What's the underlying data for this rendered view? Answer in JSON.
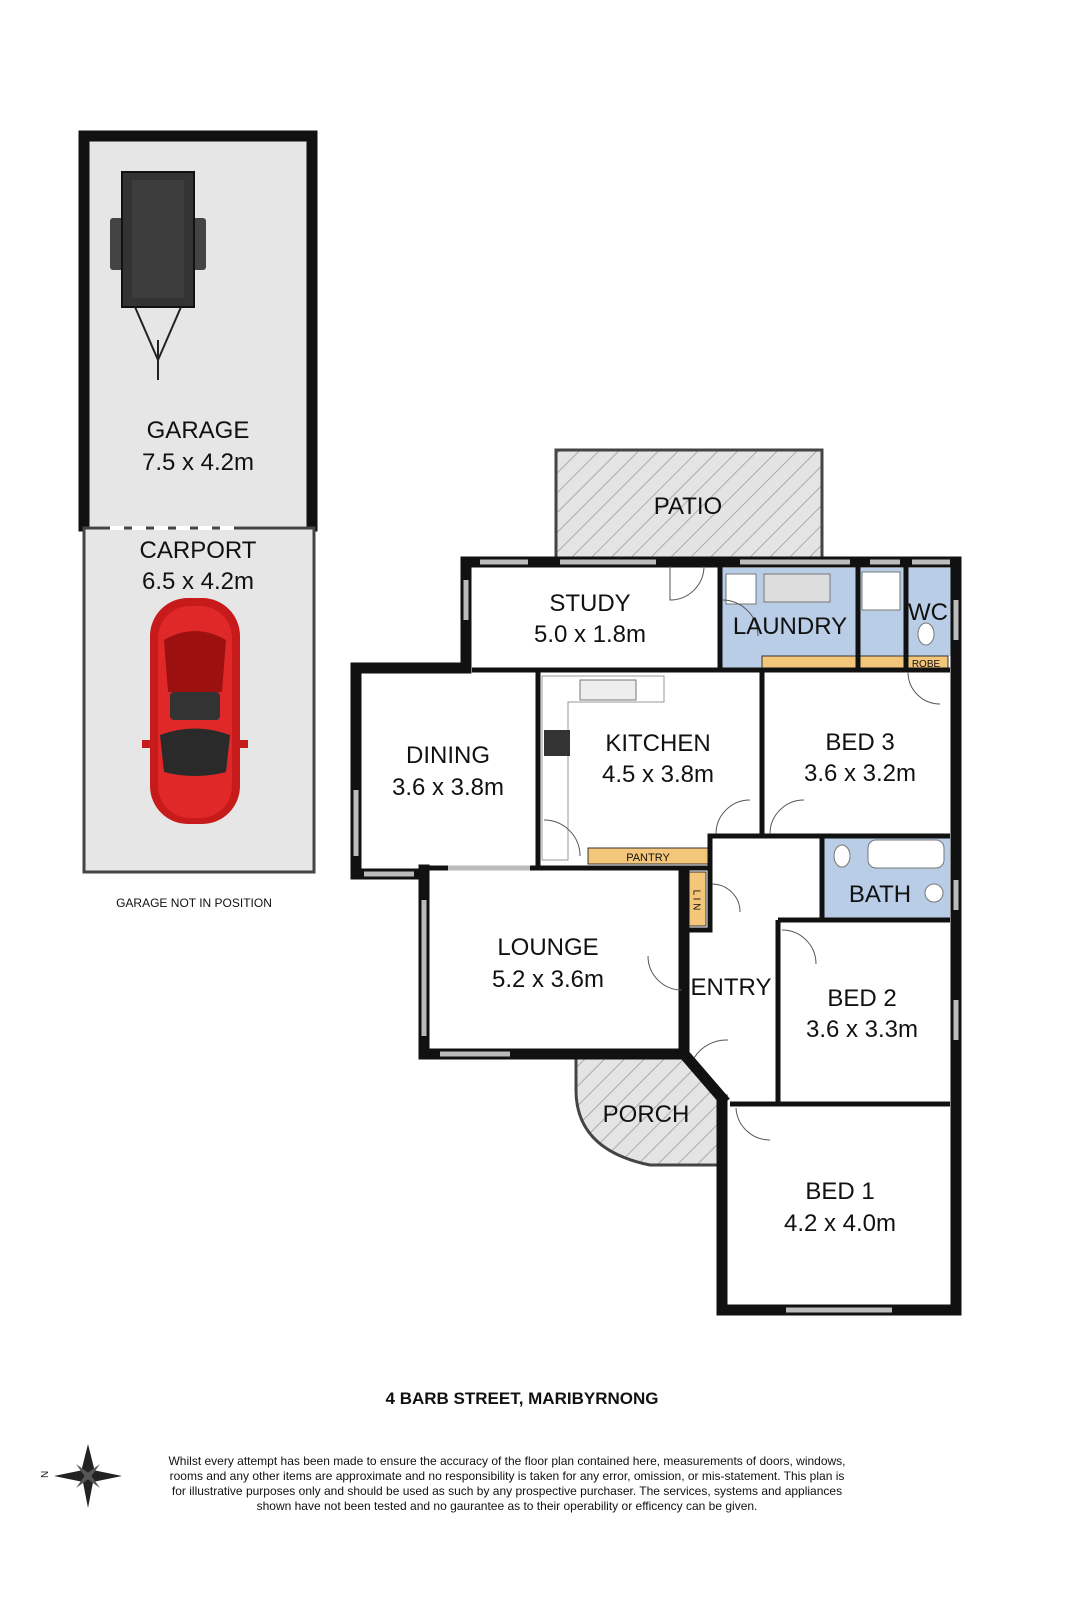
{
  "garage": {
    "name": "GARAGE",
    "dims": "7.5 x 4.2m"
  },
  "carport": {
    "name": "CARPORT",
    "dims": "6.5 x 4.2m"
  },
  "garage_note": "GARAGE NOT IN POSITION",
  "rooms": {
    "patio": {
      "name": "PATIO"
    },
    "study": {
      "name": "STUDY",
      "dims": "5.0 x 1.8m"
    },
    "laundry": {
      "name": "LAUNDRY"
    },
    "wc": {
      "name": "WC"
    },
    "robe": {
      "name": "ROBE"
    },
    "dining": {
      "name": "DINING",
      "dims": "3.6 x 3.8m"
    },
    "kitchen": {
      "name": "KITCHEN",
      "dims": "4.5 x 3.8m"
    },
    "pantry": {
      "name": "PANTRY"
    },
    "bed3": {
      "name": "BED 3",
      "dims": "3.6 x 3.2m"
    },
    "bath": {
      "name": "BATH"
    },
    "lin": {
      "name": "L I N"
    },
    "lounge": {
      "name": "LOUNGE",
      "dims": "5.2 x 3.6m"
    },
    "entry": {
      "name": "ENTRY"
    },
    "bed2": {
      "name": "BED 2",
      "dims": "3.6 x 3.3m"
    },
    "porch": {
      "name": "PORCH"
    },
    "bed1": {
      "name": "BED 1",
      "dims": "4.2 x 4.0m"
    }
  },
  "address": "4 BARB STREET, MARIBYRNONG",
  "compass": {
    "label": "N"
  },
  "disclaimer": [
    "Whilst every attempt has been made to ensure the accuracy of the floor plan contained here, measurements of doors, windows,",
    "rooms and any other items are approximate and no responsibility is taken for any error, omission, or mis-statement. This plan is",
    "for illustrative purposes only and should be used as such by any prospective purchaser. The services, systems and appliances",
    "shown have not been tested and no gaurantee as to their operability or efficency can be given."
  ],
  "colors": {
    "wall": "#111111",
    "wet": "#b9cde6",
    "joinery": "#f4c679",
    "garage_floor": "#e6e6e6",
    "car": "#d42020"
  }
}
